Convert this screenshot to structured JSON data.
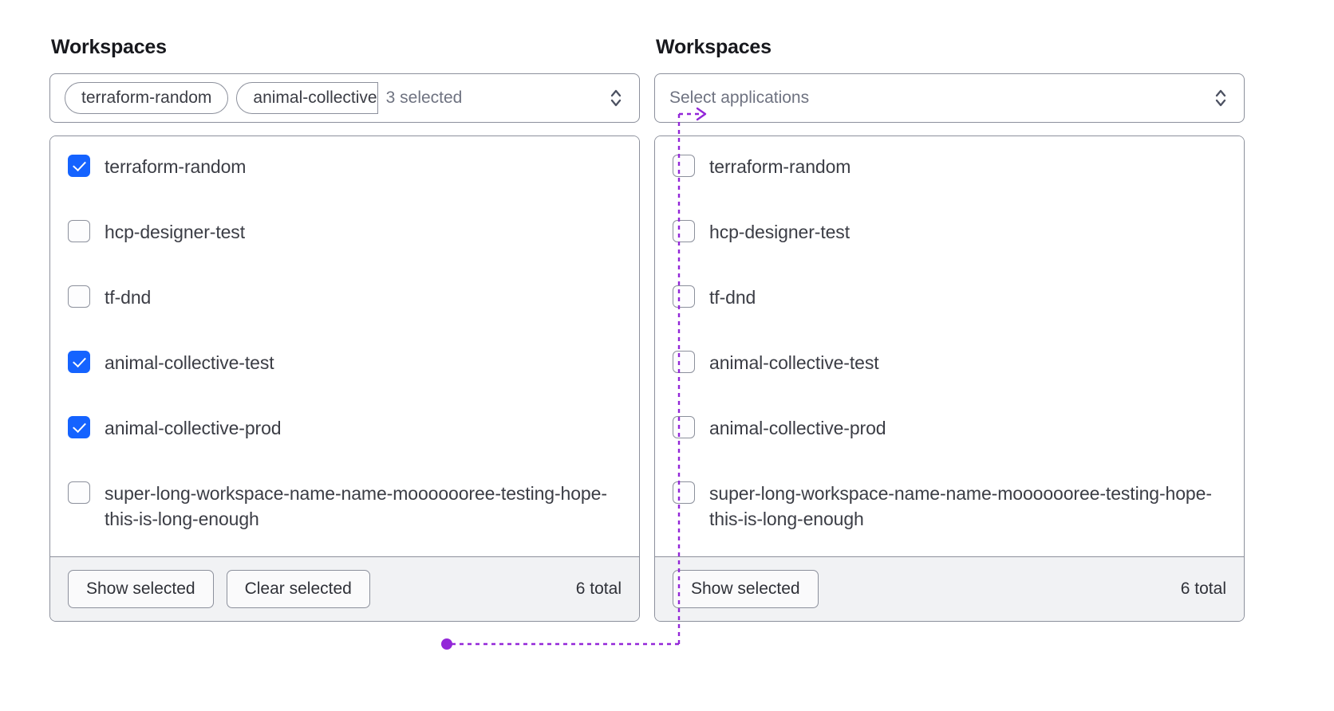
{
  "panels": [
    {
      "title": "Workspaces",
      "field": {
        "kind": "multiselect-with-pills",
        "pills": [
          {
            "label": "terraform-random",
            "clipped": false
          },
          {
            "label": "animal-collective",
            "clipped": true
          }
        ],
        "count_text": "3 selected",
        "chevron_icon": "chevron-up-down-icon"
      },
      "options": [
        {
          "label": "terraform-random",
          "checked": true
        },
        {
          "label": "hcp-designer-test",
          "checked": false
        },
        {
          "label": "tf-dnd",
          "checked": false
        },
        {
          "label": "animal-collective-test",
          "checked": true
        },
        {
          "label": "animal-collective-prod",
          "checked": true
        },
        {
          "label": "super-long-workspace-name-name-mooooooree-testing-hope-this-is-long-enough",
          "checked": false
        }
      ],
      "footer": {
        "show_selected_label": "Show selected",
        "clear_selected_label": "Clear selected",
        "total_label": "6 total"
      }
    },
    {
      "title": "Workspaces",
      "field": {
        "kind": "multiselect-placeholder",
        "pills": [],
        "placeholder": "Select applications",
        "chevron_icon": "chevron-up-down-icon"
      },
      "options": [
        {
          "label": "terraform-random",
          "checked": false
        },
        {
          "label": "hcp-designer-test",
          "checked": false
        },
        {
          "label": "tf-dnd",
          "checked": false
        },
        {
          "label": "animal-collective-test",
          "checked": false
        },
        {
          "label": "animal-collective-prod",
          "checked": false
        },
        {
          "label": "super-long-workspace-name-name-mooooooree-testing-hope-this-is-long-enough",
          "checked": false
        }
      ],
      "footer": {
        "show_selected_label": "Show selected",
        "clear_selected_label": "",
        "total_label": "6 total"
      }
    }
  ],
  "annotation": {
    "color": "#9327d8",
    "style": "dashed-connector-with-dot-and-arrow"
  },
  "colors": {
    "checkbox_checked": "#1563ff",
    "border": "#8c909c",
    "footer_background": "#f1f2f4",
    "text": "#3b3d45",
    "muted_text": "#6f7381",
    "title": "#17181d"
  }
}
